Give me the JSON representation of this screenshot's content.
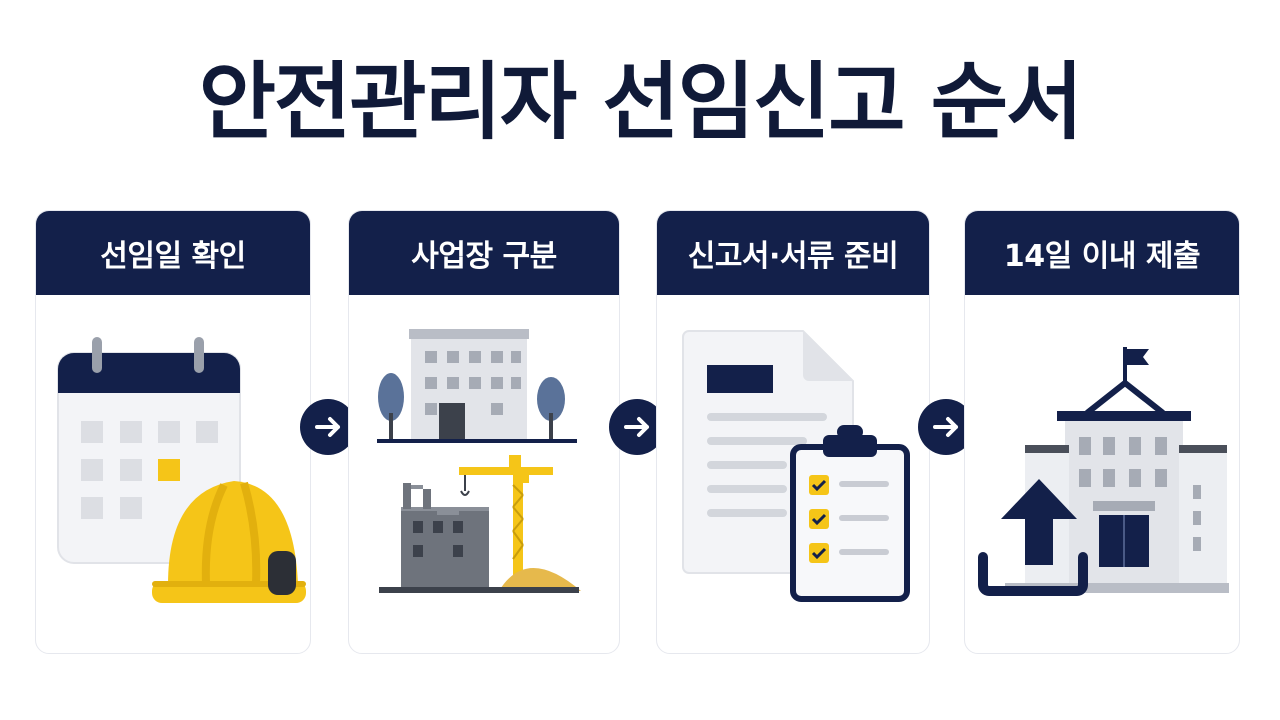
{
  "title": "안전관리자 선임신고 순서",
  "steps": [
    {
      "label": "선임일 확인",
      "icon": "calendar-hardhat-icon"
    },
    {
      "label": "사업장 구분",
      "icon": "buildings-construction-icon"
    },
    {
      "label": "신고서·서류 준비",
      "icon": "document-checklist-icon"
    },
    {
      "label": "14일 이내 제출",
      "icon": "upload-government-building-icon"
    }
  ],
  "colors": {
    "navy": "#13204a",
    "yellow": "#f5c518",
    "gray": "#d9dce2",
    "card_border": "#e6e8ee"
  }
}
